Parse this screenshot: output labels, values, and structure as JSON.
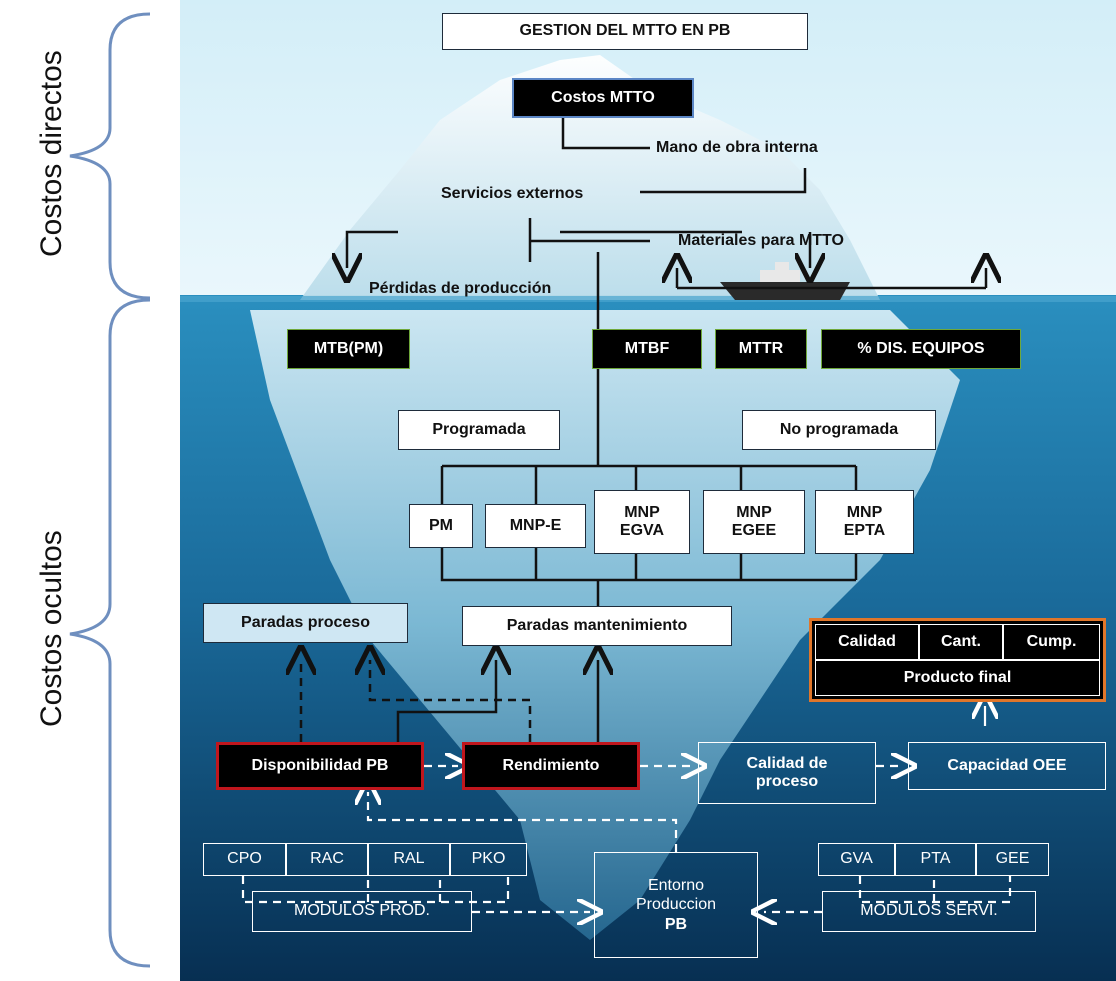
{
  "side_labels": {
    "direct": "Costos directos",
    "hidden": "Costos ocultos"
  },
  "title": "GESTION DEL MTTO EN PB",
  "costs_box": "Costos MTTO",
  "above_water": {
    "labor": "Mano de obra interna",
    "services": "Servicios externos",
    "materials": "Materiales para MTTO",
    "losses": "Pérdidas de producción"
  },
  "metrics": {
    "mtbpm": "MTB(PM)",
    "mtbf": "MTBF",
    "mttr": "MTTR",
    "dis": "% DIS. EQUIPOS"
  },
  "programada": "Programada",
  "no_programada": "No programada",
  "types": {
    "pm": "PM",
    "mnpe": "MNP-E",
    "egva": "MNP\nEGVA",
    "egee": "MNP\nEGEE",
    "epta": "MNP\nEPTA"
  },
  "paradas_proceso": "Paradas proceso",
  "paradas_mant": "Paradas mantenimiento",
  "producto": {
    "calidad": "Calidad",
    "cant": "Cant.",
    "cump": "Cump.",
    "final": "Producto final"
  },
  "flow": {
    "disp": "Disponibilidad PB",
    "rend": "Rendimiento",
    "calidad": "Calidad de\nproceso",
    "oee": "Capacidad OEE"
  },
  "modules_prod": [
    "CPO",
    "RAC",
    "RAL",
    "PKO"
  ],
  "modules_serv": [
    "GVA",
    "PTA",
    "GEE"
  ],
  "modulos_prod": "MODULOS PROD.",
  "modulos_serv": "MODULOS SERVI.",
  "entorno_line1": "Entorno",
  "entorno_line2": "Produccion",
  "entorno_line3": "PB",
  "colors": {
    "sky": "#dff3fb",
    "sea": "#1b78a8",
    "deep": "#0a3e66",
    "accent_red": "#c0161d",
    "accent_orange": "#e0762a",
    "accent_green": "#6fa83a"
  }
}
